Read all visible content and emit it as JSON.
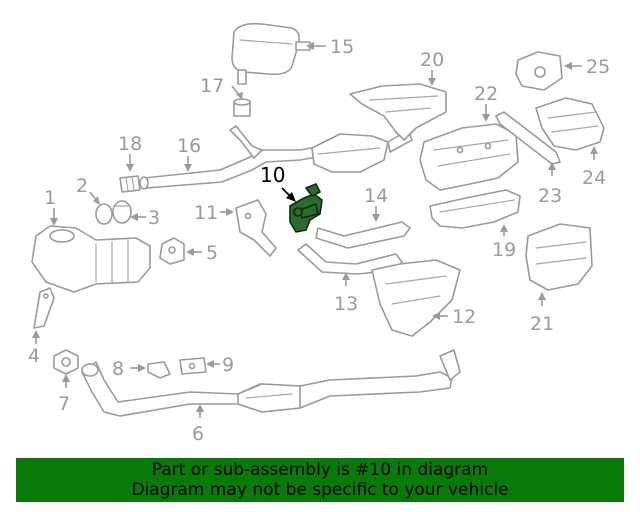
{
  "callouts": {
    "c1": "1",
    "c2": "2",
    "c3": "3",
    "c4": "4",
    "c5": "5",
    "c6": "6",
    "c7": "7",
    "c8": "8",
    "c9": "9",
    "c10": "10",
    "c11": "11",
    "c12": "12",
    "c13": "13",
    "c14": "14",
    "c15": "15",
    "c16": "16",
    "c17": "17",
    "c18": "18",
    "c19": "19",
    "c20": "20",
    "c21": "21",
    "c22": "22",
    "c23": "23",
    "c24": "24",
    "c25": "25"
  },
  "highlight_color": "#2d6a2d",
  "banner": {
    "line1": "Part or sub-assembly is #10 in diagram",
    "line2": "Diagram may not be specific to your vehicle",
    "color": "#087a08"
  }
}
